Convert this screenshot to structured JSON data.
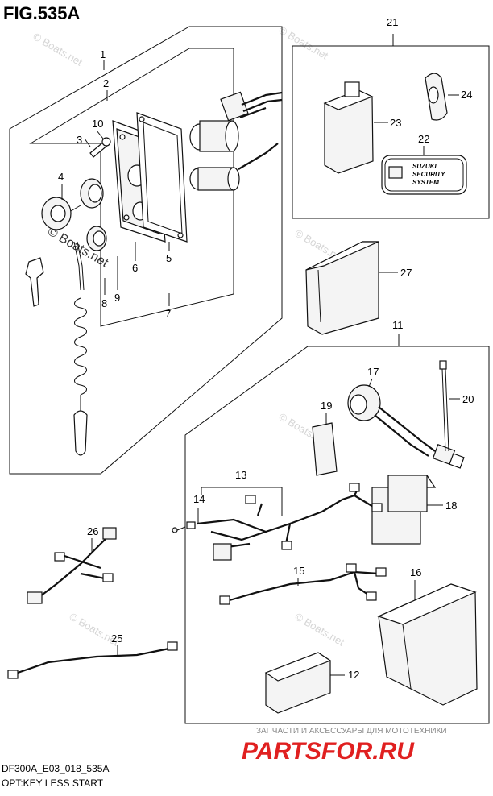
{
  "figure": {
    "title": "FIG.535A",
    "code": "DF300A_E03_018_535A",
    "caption": "OPT:KEY LESS START"
  },
  "watermark": {
    "site": "© Boats.net",
    "site_dark": "© Boats.net"
  },
  "branding": {
    "subtitle": "ЗАПЧАСТИ И АКСЕССУАРЫ ДЛЯ МОТОТЕХНИКИ",
    "name": "PARTSFOR.RU"
  },
  "badge": {
    "line1": "SUZUKI",
    "line2": "SECURITY",
    "line3": "SYSTEM"
  },
  "callouts": {
    "c1": "1",
    "c2": "2",
    "c3": "3",
    "c4": "4",
    "c5": "5",
    "c6": "6",
    "c7": "7",
    "c8": "8",
    "c9": "9",
    "c10": "10",
    "c11": "11",
    "c12": "12",
    "c13": "13",
    "c14": "14",
    "c15": "15",
    "c16": "16",
    "c17": "17",
    "c18": "18",
    "c19": "19",
    "c20": "20",
    "c21": "21",
    "c22": "22",
    "c23": "23",
    "c24": "24",
    "c25": "25",
    "c26": "26",
    "c27": "27"
  }
}
